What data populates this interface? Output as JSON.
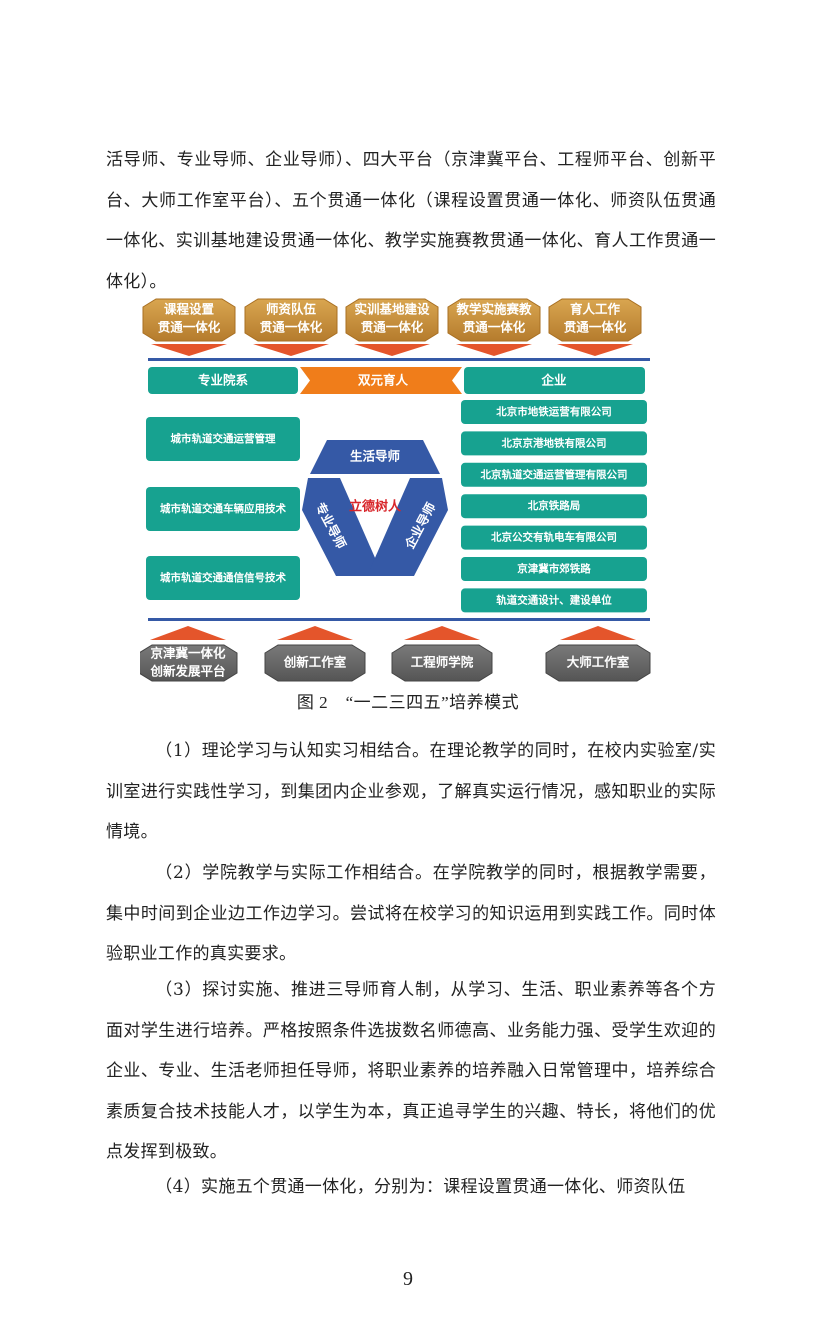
{
  "page": {
    "top_paragraph": "活导师、专业导师、企业导师）、四大平台（京津冀平台、工程师平台、创新平台、大师工作室平台）、五个贯通一体化（课程设置贯通一体化、师资队伍贯通一体化、实训基地建设贯通一体化、教学实施赛教贯通一体化、育人工作贯通一体化）。",
    "figure_caption": "图 2　“一二三四五”培养模式",
    "paragraphs": [
      "（1）理论学习与认知实习相结合。在理论教学的同时，在校内实验室/实训室进行实践性学习，到集团内企业参观，了解真实运行情况，感知职业的实际情境。",
      "（2）学院教学与实际工作相结合。在学院教学的同时，根据教学需要，集中时间到企业边工作边学习。尝试将在校学习的知识运用到实践工作。同时体验职业工作的真实要求。",
      "（3）探讨实施、推进三导师育人制，从学习、生活、职业素养等各个方面对学生进行培养。严格按照条件选拔数名师德高、业务能力强、受学生欢迎的企业、专业、生活老师担任导师，将职业素养的培养融入日常管理中，培养综合素质复合技术技能人才，以学生为本，真正追寻学生的兴趣、特长，将他们的优点发挥到极致。",
      "（4）实施五个贯通一体化，分别为：课程设置贯通一体化、师资队伍"
    ],
    "page_number": "9"
  },
  "diagram": {
    "top_blocks": [
      [
        "课程设置",
        "贯通一体化"
      ],
      [
        "师资队伍",
        "贯通一体化"
      ],
      [
        "实训基地建设",
        "贯通一体化"
      ],
      [
        "教学实施赛教",
        "贯通一体化"
      ],
      [
        "育人工作",
        "贯通一体化"
      ]
    ],
    "left_header": "专业院系",
    "middle_header": "双元育人",
    "right_header": "企业",
    "left_majors": [
      "城市轨道交通运营管理",
      "城市轨道交通车辆应用技术",
      "城市轨道交通通信信号技术"
    ],
    "companies": [
      "北京市地铁运营有限公司",
      "北京京港地铁有限公司",
      "北京轨道交通运营管理有限公司",
      "北京铁路局",
      "北京公交有轨电车有限公司",
      "京津冀市郊铁路",
      "轨道交通设计、建设单位"
    ],
    "triangle": {
      "top": "生活导师",
      "left": "专业导师",
      "right": "企业导师",
      "center": "立德树人"
    },
    "bottom_platforms": [
      [
        "京津冀一体化",
        "创新发展平台"
      ],
      [
        "创新工作室"
      ],
      [
        "工程师学院"
      ],
      [
        "大师工作室"
      ]
    ],
    "colors": {
      "gold": "#c9913e",
      "teal": "#17a290",
      "blue": "#3559a6",
      "orange": "#f07d1a",
      "arrow": "#e4552b",
      "gray": "#6b6b6b"
    }
  }
}
